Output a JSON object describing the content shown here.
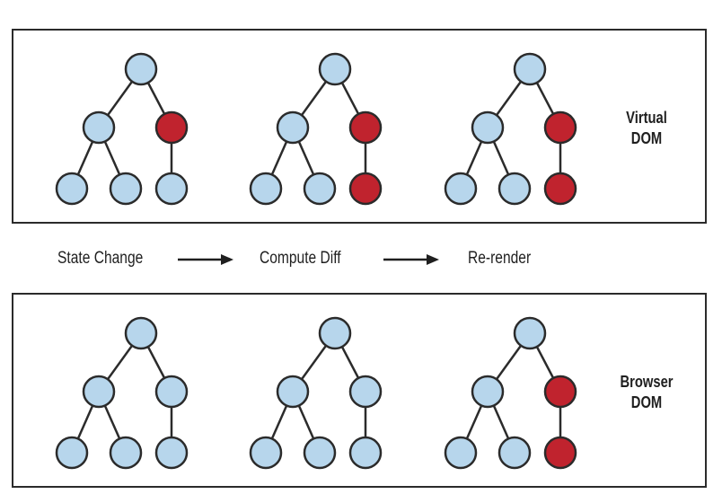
{
  "virtual_dom": {
    "label_line1": "Virtual",
    "label_line2": "DOM",
    "trees": [
      {
        "highlighted": [
          "right"
        ]
      },
      {
        "highlighted": [
          "right",
          "right-child"
        ]
      },
      {
        "highlighted": [
          "right",
          "right-child"
        ]
      }
    ]
  },
  "browser_dom": {
    "label_line1": "Browser",
    "label_line2": "DOM",
    "trees": [
      {
        "highlighted": []
      },
      {
        "highlighted": []
      },
      {
        "highlighted": [
          "right",
          "right-child"
        ]
      }
    ]
  },
  "steps": [
    "State Change",
    "Compute Diff",
    "Re-render"
  ],
  "colors": {
    "node_fill": "#b7d6ec",
    "highlight_fill": "#c0232e",
    "stroke": "#2b2b2b"
  }
}
